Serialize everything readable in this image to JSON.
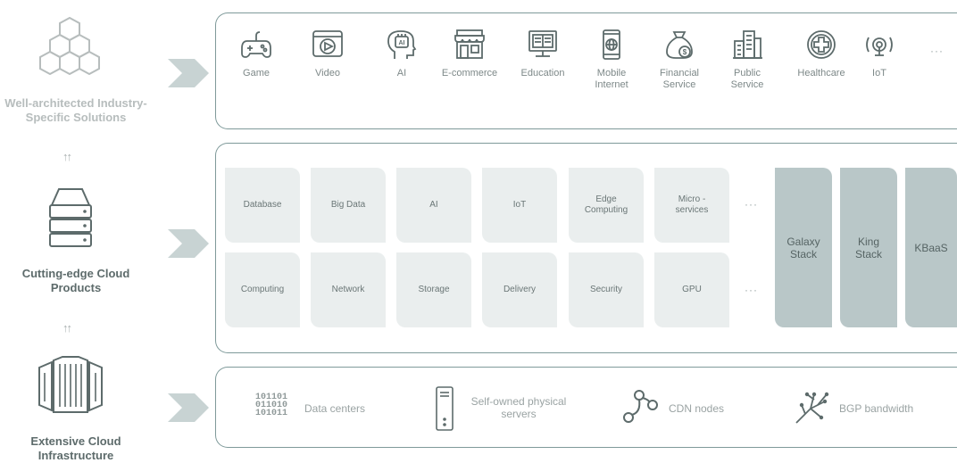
{
  "left": {
    "solutions_label": "Well-architected Industry-Specific Solutions",
    "products_label": "Cutting-edge Cloud Products",
    "infra_label": "Extensive Cloud Infrastructure",
    "up_arrows": "↑↑"
  },
  "industries": {
    "items": [
      "Game",
      "Video",
      "AI",
      "E-commerce",
      "Education",
      "Mobile Internet",
      "Financial Service",
      "Public Service",
      "Healthcare",
      "IoT"
    ],
    "more": "···"
  },
  "products": {
    "row1": [
      "Database",
      "Big Data",
      "AI",
      "IoT",
      "Edge Computing",
      "Micro -services"
    ],
    "row2": [
      "Computing",
      "Network",
      "Storage",
      "Delivery",
      "Security",
      "GPU"
    ],
    "more": "···",
    "stacks": [
      "Galaxy Stack",
      "King Stack",
      "KBaaS"
    ]
  },
  "infrastructure": {
    "binary_lines": [
      "101101",
      "011010",
      "101011"
    ],
    "items": [
      "Data centers",
      "Self-owned physical servers",
      "CDN nodes",
      "BGP bandwidth"
    ]
  },
  "colors": {
    "frame": "#7f9a9a",
    "tile": "#eaeeee",
    "stack": "#b9c7c8",
    "chevron": "#c8d3d3"
  },
  "icons": {
    "left": [
      "hexagon-cluster-icon",
      "server-stack-icon",
      "datacenter-building-icon"
    ],
    "industries": [
      "gamepad-icon",
      "video-play-icon",
      "ai-head-icon",
      "storefront-icon",
      "education-board-icon",
      "mobile-phone-icon",
      "money-bag-icon",
      "city-building-icon",
      "medical-cross-icon",
      "iot-signal-icon"
    ]
  }
}
